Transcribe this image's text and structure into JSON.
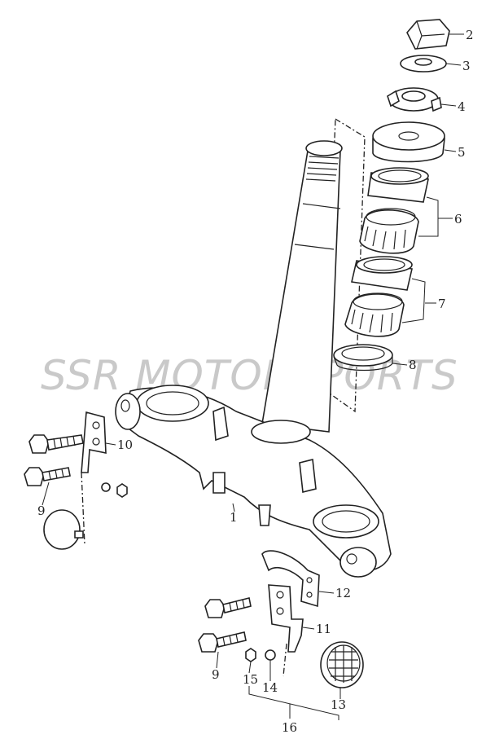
{
  "watermark": "SSR MOTORSPORTS",
  "callouts": [
    {
      "id": "1",
      "text": "1"
    },
    {
      "id": "2",
      "text": "2"
    },
    {
      "id": "3",
      "text": "3"
    },
    {
      "id": "4",
      "text": "4"
    },
    {
      "id": "5",
      "text": "5"
    },
    {
      "id": "6",
      "text": "6"
    },
    {
      "id": "7",
      "text": "7"
    },
    {
      "id": "8",
      "text": "8"
    },
    {
      "id": "9a",
      "text": "9"
    },
    {
      "id": "9b",
      "text": "9"
    },
    {
      "id": "10",
      "text": "10"
    },
    {
      "id": "11",
      "text": "11"
    },
    {
      "id": "12",
      "text": "12"
    },
    {
      "id": "13",
      "text": "13"
    },
    {
      "id": "14",
      "text": "14"
    },
    {
      "id": "15",
      "text": "15"
    },
    {
      "id": "16",
      "text": "16"
    }
  ]
}
